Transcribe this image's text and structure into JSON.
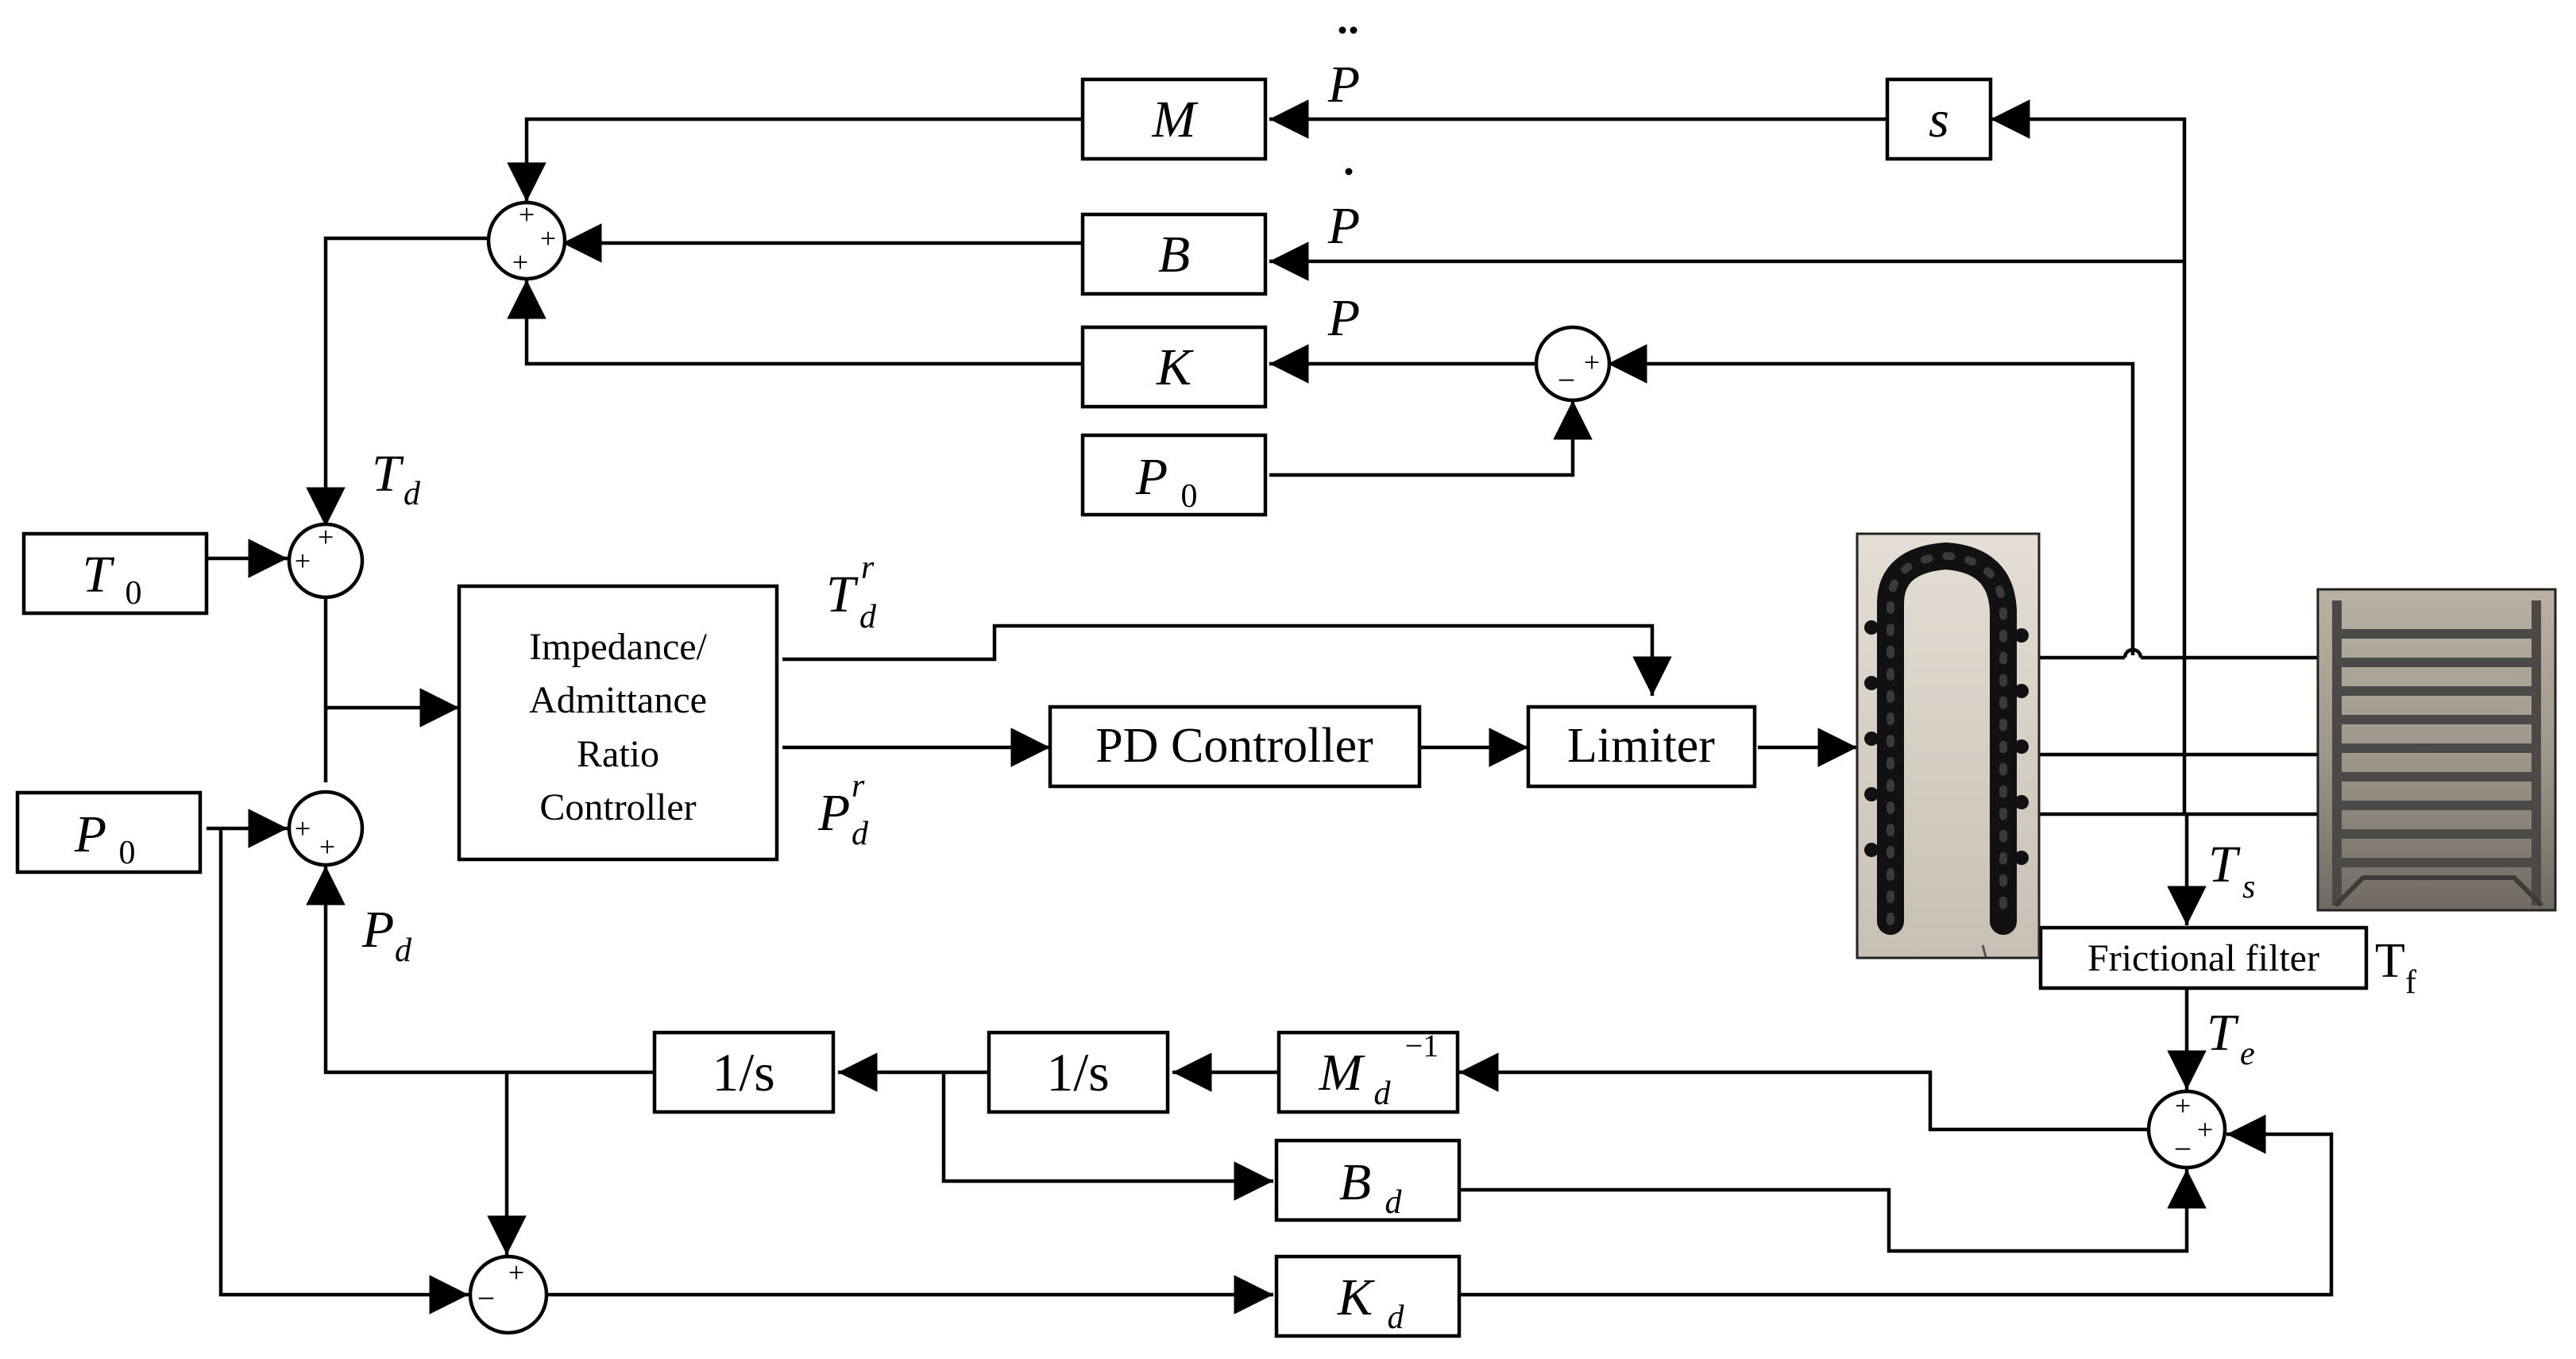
{
  "signals": {
    "p_ddot": "P",
    "p_dot": "P",
    "p": "P",
    "td": {
      "main": "T",
      "sub": "d"
    },
    "tdr": {
      "main": "T",
      "sub": "d",
      "sup": "r"
    },
    "pdr": {
      "main": "P",
      "sub": "d",
      "sup": "r"
    },
    "pd": {
      "main": "P",
      "sub": "d"
    },
    "ts": {
      "main": "T",
      "sub": "s"
    },
    "te": {
      "main": "T",
      "sub": "e"
    },
    "tf": {
      "main": "T",
      "sub": "f"
    }
  },
  "blocks": {
    "s": "s",
    "m": "M",
    "b": "B",
    "k": "K",
    "p0_top": {
      "main": "P",
      "sub": "0"
    },
    "t0": {
      "main": "T",
      "sub": "0"
    },
    "p0_left": {
      "main": "P",
      "sub": "0"
    },
    "controller": [
      "Impedance/",
      "Admittance",
      "Ratio",
      "Controller"
    ],
    "pd_controller": "PD Controller",
    "limiter": "Limiter",
    "frictional_filter": "Frictional filter",
    "int1": "1/s",
    "int2": "1/s",
    "md_inv": {
      "main": "M",
      "sub": "d",
      "sup": "−1"
    },
    "bd": {
      "main": "B",
      "sub": "d"
    },
    "kd": {
      "main": "K",
      "sub": "d"
    }
  },
  "signs": {
    "plus": "+",
    "minus": "−"
  }
}
